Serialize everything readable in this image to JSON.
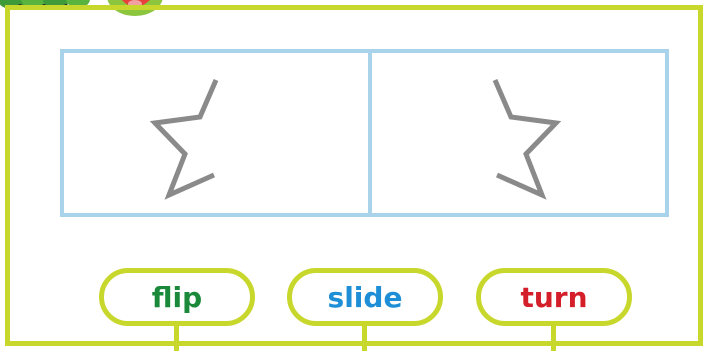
{
  "colors": {
    "frame": "#c8d72c",
    "panel_border": "#a9d3ea",
    "star_stroke": "#8a8a8a",
    "flip": "#1a8a3a",
    "slide": "#1e8fd6",
    "turn": "#d41f2b"
  },
  "mascot": {
    "icon": "caterpillar-mascot-icon"
  },
  "panels": {
    "left": {
      "icon": "star-outline-icon"
    },
    "right": {
      "icon": "star-outline-icon"
    }
  },
  "answers": [
    {
      "label": "flip",
      "color": "#1a8a3a"
    },
    {
      "label": "slide",
      "color": "#1e8fd6"
    },
    {
      "label": "turn",
      "color": "#d41f2b"
    }
  ]
}
